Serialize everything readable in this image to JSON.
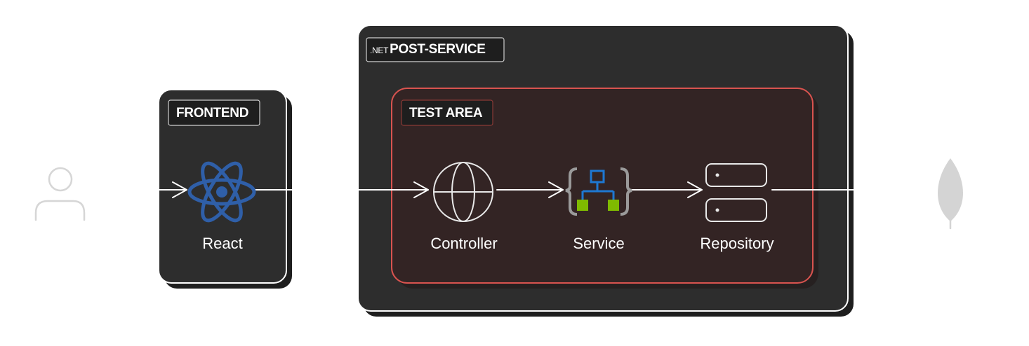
{
  "frontend": {
    "tag": "FRONTEND",
    "react_label": "React"
  },
  "post_service": {
    "tag_prefix": ".NET",
    "tag_name": "POST-SERVICE"
  },
  "test_area": {
    "tag": "TEST AREA",
    "controller_label": "Controller",
    "service_label": "Service",
    "repository_label": "Repository"
  },
  "colors": {
    "box_fill": "#2d2d2d",
    "test_area_fill": "#332424",
    "test_area_border": "#d9534f",
    "react_blue": "#2f5fa8",
    "service_blue": "#1e78d2",
    "service_green": "#7fba00",
    "user_icon": "#d6d6d6",
    "mongodb_leaf": "#d4d4d4"
  },
  "icons": {
    "user": "user-icon",
    "react": "react-icon",
    "controller": "globe-icon",
    "service": "network-braces-icon",
    "repository": "database-stack-icon",
    "database": "mongodb-leaf-icon"
  }
}
